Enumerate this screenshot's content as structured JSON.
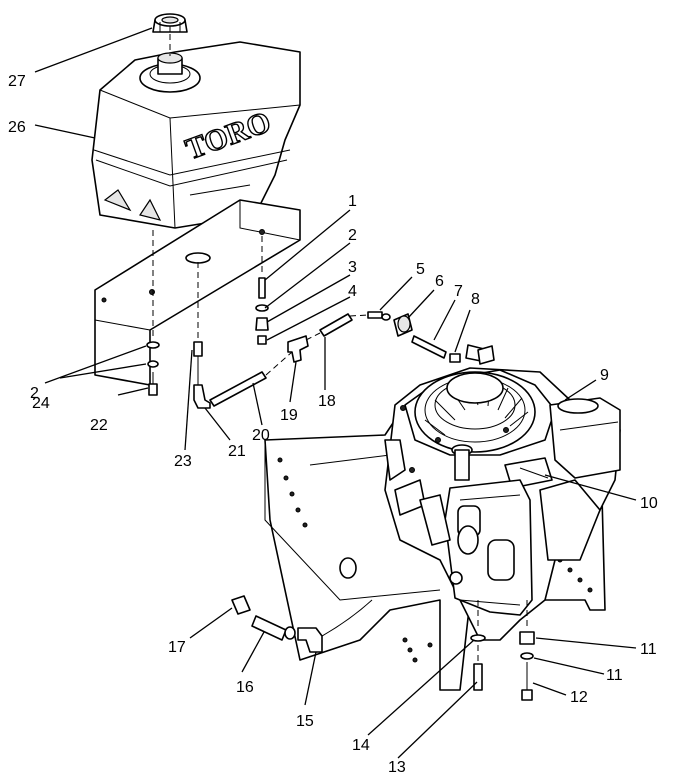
{
  "brand_text": "TORO",
  "callouts": [
    {
      "id": "c1",
      "text": "1"
    },
    {
      "id": "c2a",
      "text": "2"
    },
    {
      "id": "c3",
      "text": "3"
    },
    {
      "id": "c4",
      "text": "4"
    },
    {
      "id": "c5",
      "text": "5"
    },
    {
      "id": "c6",
      "text": "6"
    },
    {
      "id": "c7",
      "text": "7"
    },
    {
      "id": "c8",
      "text": "8"
    },
    {
      "id": "c9",
      "text": "9"
    },
    {
      "id": "c10",
      "text": "10"
    },
    {
      "id": "c11a",
      "text": "11"
    },
    {
      "id": "c11b",
      "text": "11"
    },
    {
      "id": "c12",
      "text": "12"
    },
    {
      "id": "c13",
      "text": "13"
    },
    {
      "id": "c14",
      "text": "14"
    },
    {
      "id": "c15",
      "text": "15"
    },
    {
      "id": "c16",
      "text": "16"
    },
    {
      "id": "c17",
      "text": "17"
    },
    {
      "id": "c18",
      "text": "18"
    },
    {
      "id": "c19",
      "text": "19"
    },
    {
      "id": "c20",
      "text": "20"
    },
    {
      "id": "c21",
      "text": "21"
    },
    {
      "id": "c22",
      "text": "22"
    },
    {
      "id": "c23",
      "text": "23"
    },
    {
      "id": "c24",
      "text": "24"
    },
    {
      "id": "c2b",
      "text": "2"
    },
    {
      "id": "c26",
      "text": "26"
    },
    {
      "id": "c27",
      "text": "27"
    }
  ]
}
